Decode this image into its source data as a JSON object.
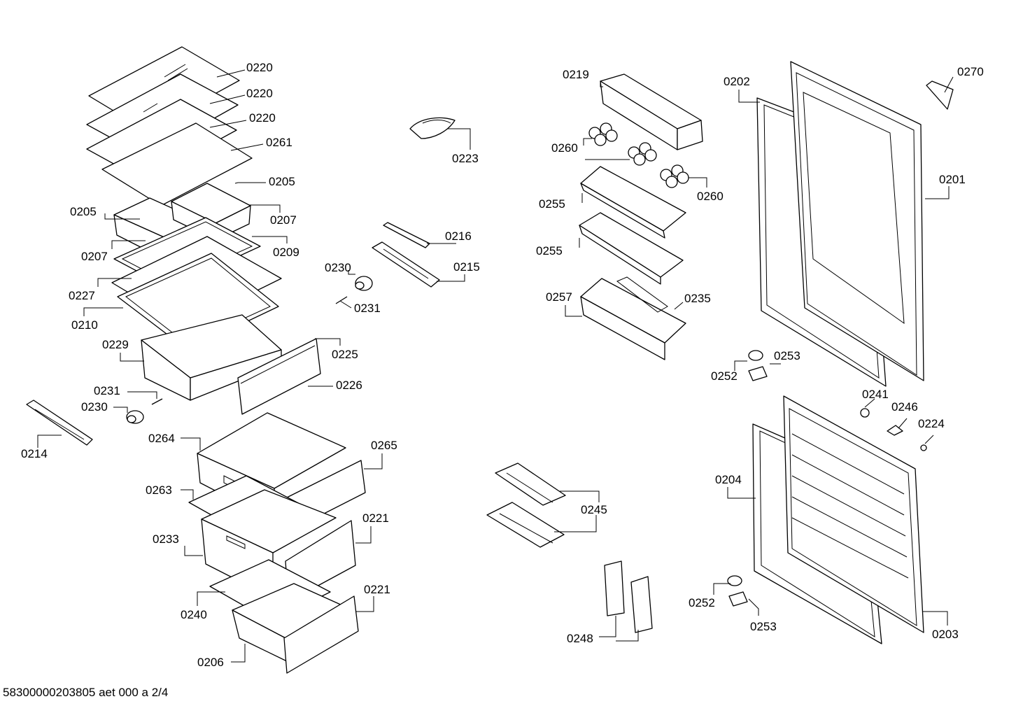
{
  "footer": {
    "document_id": "58300000203805 aet 000 a 2/4"
  },
  "labels": {
    "p220a": "0220",
    "p220b": "0220",
    "p220c": "0220",
    "p261": "0261",
    "p205a": "0205",
    "p205b": "0205",
    "p207a": "0207",
    "p207b": "0207",
    "p209": "0209",
    "p227": "0227",
    "p210": "0210",
    "p229": "0229",
    "p225": "0225",
    "p226": "0226",
    "p231a": "0231",
    "p230a": "0230",
    "p214": "0214",
    "p264": "0264",
    "p265": "0265",
    "p263": "0263",
    "p221a": "0221",
    "p233": "0233",
    "p240": "0240",
    "p221b": "0221",
    "p206": "0206",
    "p223": "0223",
    "p216": "0216",
    "p215": "0215",
    "p230b": "0230",
    "p231b": "0231",
    "p219": "0219",
    "p260a": "0260",
    "p260b": "0260",
    "p255a": "0255",
    "p255b": "0255",
    "p257": "0257",
    "p235": "0235",
    "p245": "0245",
    "p248": "0248",
    "p202": "0202",
    "p270": "0270",
    "p201": "0201",
    "p252a": "0252",
    "p253a": "0253",
    "p241": "0241",
    "p246": "0246",
    "p224": "0224",
    "p204": "0204",
    "p252b": "0252",
    "p253b": "0253",
    "p203": "0203"
  }
}
